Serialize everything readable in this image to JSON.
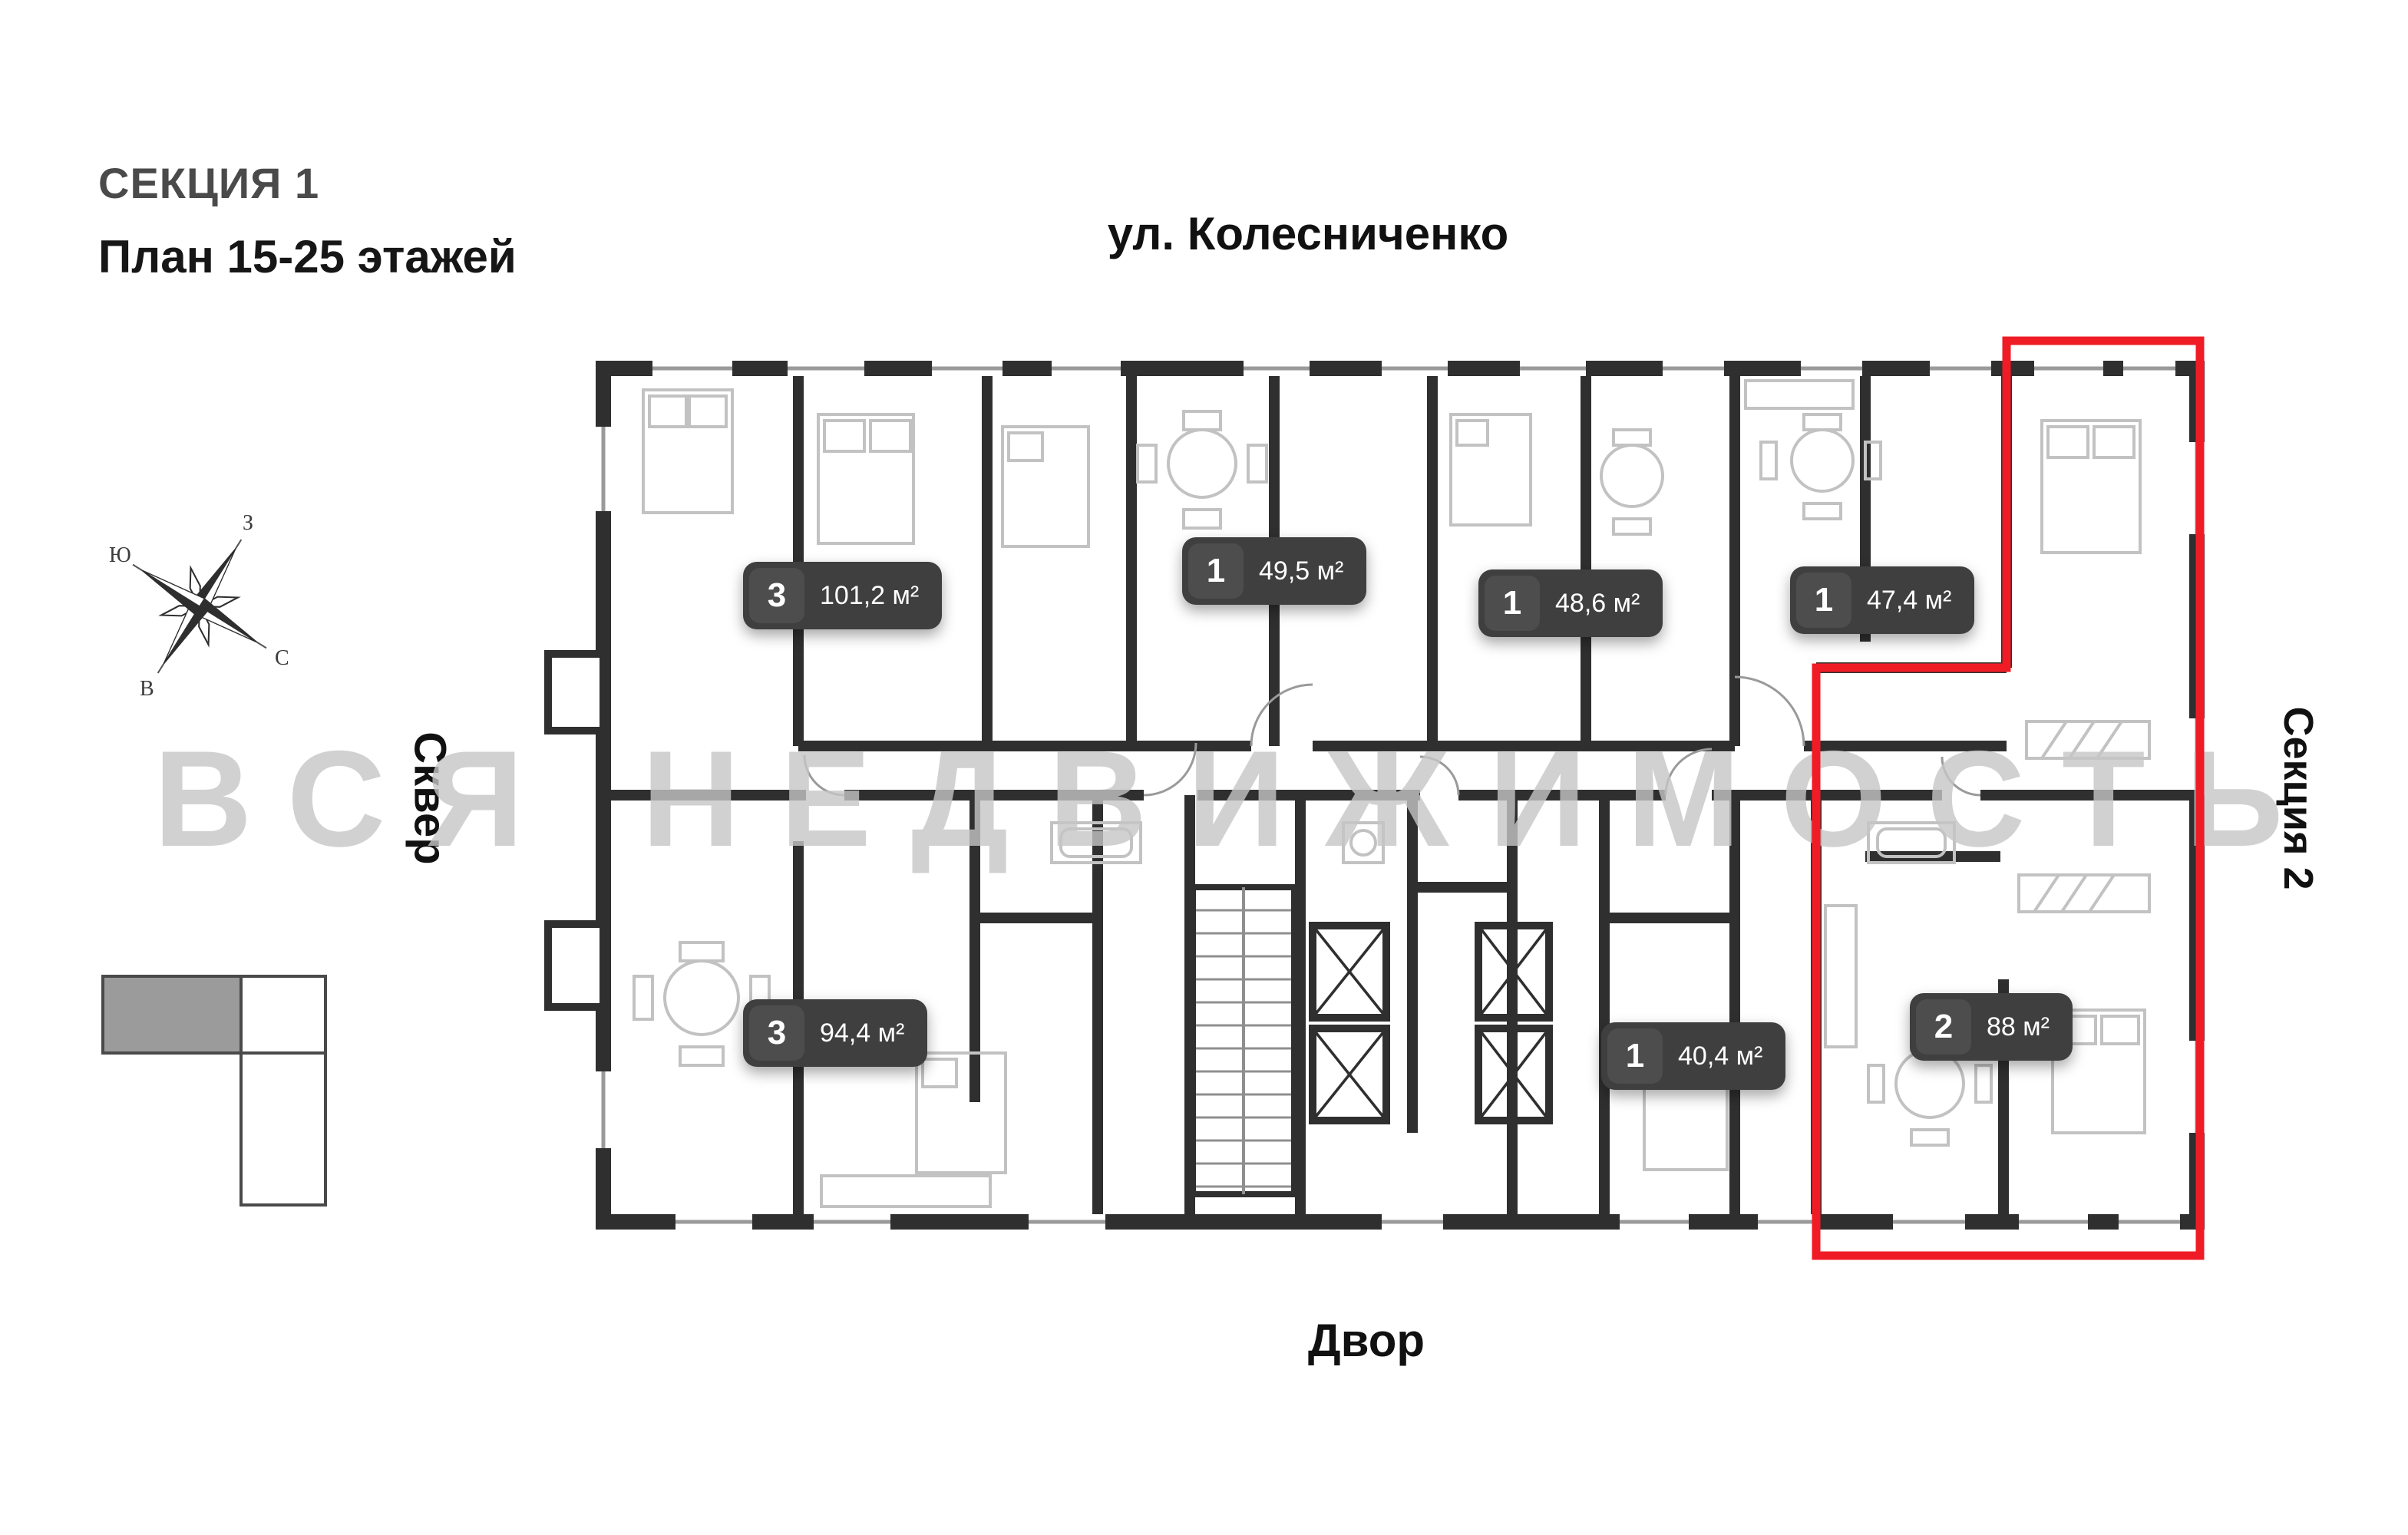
{
  "labels": {
    "section_title": "СЕКЦИЯ 1",
    "plan_title": "План 15-25 этажей",
    "street": "ул. Колесниченко",
    "park_side": "Сквер",
    "adjacent_section": "Секция 2",
    "courtyard": "Двор",
    "watermark": "ВСЯ НЕДВИЖИМОСТЬ"
  },
  "compass": {
    "north": "С",
    "south": "Ю",
    "west": "З",
    "east": "В"
  },
  "apartments": [
    {
      "rooms": "3",
      "area": "101,2 м²",
      "highlighted": false
    },
    {
      "rooms": "1",
      "area": "49,5 м²",
      "highlighted": false
    },
    {
      "rooms": "1",
      "area": "48,6 м²",
      "highlighted": false
    },
    {
      "rooms": "1",
      "area": "47,4 м²",
      "highlighted": false
    },
    {
      "rooms": "3",
      "area": "94,4 м²",
      "highlighted": false
    },
    {
      "rooms": "1",
      "area": "40,4 м²",
      "highlighted": false
    },
    {
      "rooms": "2",
      "area": "88 м²",
      "highlighted": true
    }
  ],
  "colors": {
    "wall": "#2f2f2f",
    "badge_bg": "#3f3f3f",
    "badge_number_bg": "#4d4d4d",
    "highlight_outline": "#ef1c25",
    "watermark_gray": "#c6c6c6",
    "furniture_gray": "#c2c2c2"
  }
}
